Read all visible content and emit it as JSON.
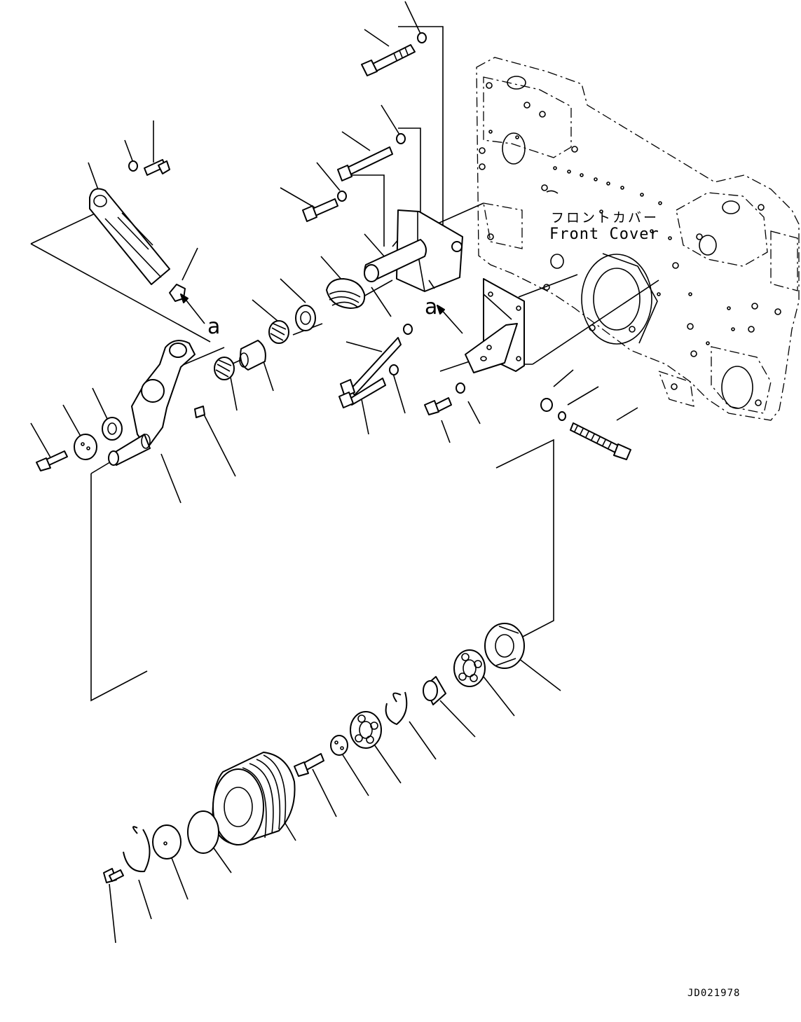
{
  "labels": {
    "front_cover_jp": "フロントカバー",
    "front_cover_en": "Front Cover",
    "detail_marker": "a",
    "drawing_code": "JD021978"
  },
  "colors": {
    "line": "#000000",
    "background": "#ffffff"
  }
}
